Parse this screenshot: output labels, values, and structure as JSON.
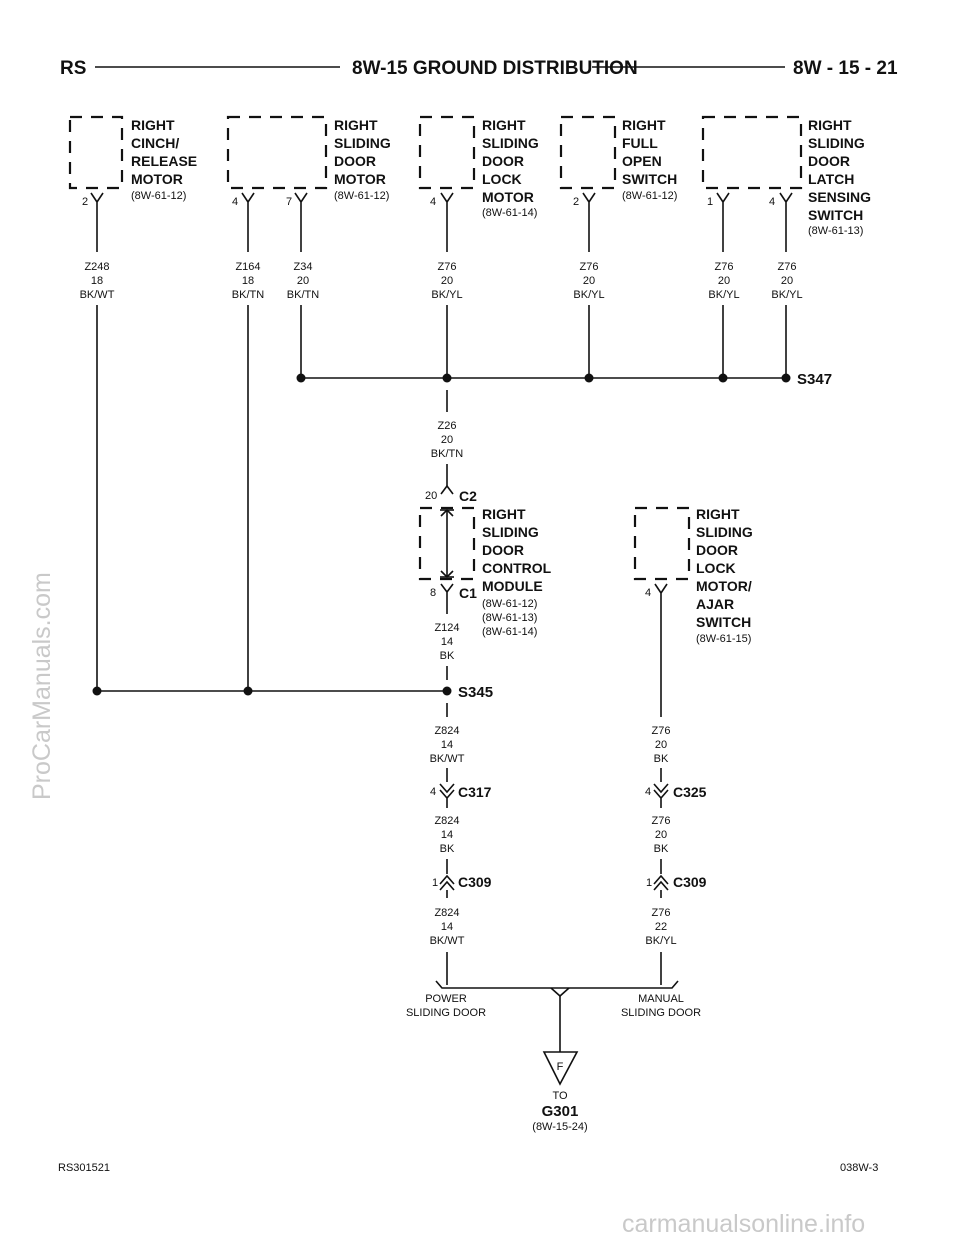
{
  "header": {
    "left": "RS",
    "title": "8W-15 GROUND DISTRIBUTION",
    "right": "8W - 15 - 21"
  },
  "components": [
    {
      "id": "cinch",
      "lines": [
        "RIGHT",
        "CINCH/",
        "RELEASE",
        "MOTOR"
      ],
      "ref": "(8W-61-12)"
    },
    {
      "id": "sliding-motor",
      "lines": [
        "RIGHT",
        "SLIDING",
        "DOOR",
        "MOTOR"
      ],
      "ref": "(8W-61-12)"
    },
    {
      "id": "lock-motor",
      "lines": [
        "RIGHT",
        "SLIDING",
        "DOOR",
        "LOCK",
        "MOTOR"
      ],
      "ref": "(8W-61-14)"
    },
    {
      "id": "full-open",
      "lines": [
        "RIGHT",
        "FULL",
        "OPEN",
        "SWITCH"
      ],
      "ref": "(8W-61-12)"
    },
    {
      "id": "latch",
      "lines": [
        "RIGHT",
        "SLIDING",
        "DOOR",
        "LATCH",
        "SENSING",
        "SWITCH"
      ],
      "ref": "(8W-61-13)"
    },
    {
      "id": "control-module",
      "lines": [
        "RIGHT",
        "SLIDING",
        "DOOR",
        "CONTROL",
        "MODULE"
      ],
      "refs": [
        "(8W-61-12)",
        "(8W-61-13)",
        "(8W-61-14)"
      ]
    },
    {
      "id": "ajar",
      "lines": [
        "RIGHT",
        "SLIDING",
        "DOOR",
        "LOCK",
        "MOTOR/",
        "AJAR",
        "SWITCH"
      ],
      "ref": "(8W-61-15)"
    }
  ],
  "pins": [
    "2",
    "4",
    "7",
    "4",
    "2",
    "1",
    "4",
    "20",
    "8",
    "4",
    "4",
    "1",
    "4",
    "1"
  ],
  "wires": [
    {
      "circuit": "Z248",
      "gauge": "18",
      "color": "BK/WT"
    },
    {
      "circuit": "Z164",
      "gauge": "18",
      "color": "BK/TN"
    },
    {
      "circuit": "Z34",
      "gauge": "20",
      "color": "BK/TN"
    },
    {
      "circuit": "Z76",
      "gauge": "20",
      "color": "BK/YL"
    },
    {
      "circuit": "Z76",
      "gauge": "20",
      "color": "BK/YL"
    },
    {
      "circuit": "Z76",
      "gauge": "20",
      "color": "BK/YL"
    },
    {
      "circuit": "Z76",
      "gauge": "20",
      "color": "BK/YL"
    },
    {
      "circuit": "Z26",
      "gauge": "20",
      "color": "BK/TN"
    },
    {
      "circuit": "Z124",
      "gauge": "14",
      "color": "BK"
    },
    {
      "circuit": "Z824",
      "gauge": "14",
      "color": "BK/WT"
    },
    {
      "circuit": "Z824",
      "gauge": "14",
      "color": "BK"
    },
    {
      "circuit": "Z824",
      "gauge": "14",
      "color": "BK/WT"
    },
    {
      "circuit": "Z76",
      "gauge": "20",
      "color": "BK"
    },
    {
      "circuit": "Z76",
      "gauge": "20",
      "color": "BK"
    },
    {
      "circuit": "Z76",
      "gauge": "22",
      "color": "BK/YL"
    }
  ],
  "splices": {
    "s347": "S347",
    "s345": "S345"
  },
  "connectors": {
    "c2": "C2",
    "c1": "C1",
    "c317": "C317",
    "c325": "C325",
    "c309a": "C309",
    "c309b": "C309"
  },
  "branch": {
    "power": [
      "POWER",
      "SLIDING DOOR"
    ],
    "manual": [
      "MANUAL",
      "SLIDING DOOR"
    ]
  },
  "ground": {
    "symbol": "F",
    "to": "TO",
    "name": "G301",
    "ref": "(8W-15-24)"
  },
  "footer": {
    "left": "RS301521",
    "right": "038W-3"
  },
  "watermarks": {
    "side": "ProCarManuals.com",
    "bottom": "carmanualsonline.info"
  }
}
